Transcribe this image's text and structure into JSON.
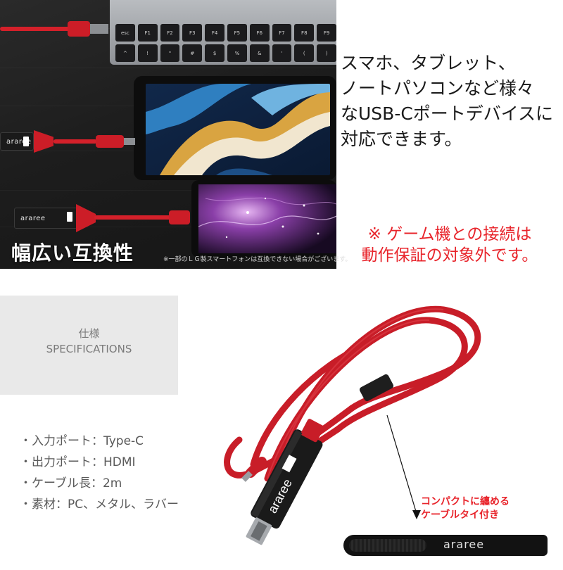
{
  "photo": {
    "heading": "幅広い互換性",
    "note": "※一部のＬＧ製スマートフォンは互換できない場合がございます。",
    "brand": "araree",
    "keys": [
      "esc",
      "F1",
      "F2",
      "F3",
      "F4",
      "F5",
      "F6",
      "F7",
      "F8",
      "F9",
      "^",
      "!",
      "\"",
      "#",
      "$",
      "%",
      "&",
      "'",
      "(",
      ")"
    ]
  },
  "compat": {
    "lines": [
      "スマホ、タブレット、",
      "ノートパソコンなど様々",
      "なUSB-Cポートデバイスに",
      "対応できます。"
    ]
  },
  "warning": {
    "lines": [
      "※ ゲーム機との接続は",
      "動作保証の対象外です。"
    ]
  },
  "specs": {
    "title": "仕様",
    "subtitle": "SPECIFICATIONS",
    "items": [
      "・入力ポート：Type-C",
      "・出力ポート：HDMI",
      "・ケーブル長：2m",
      "・素材：PC、メタル、ラバー"
    ]
  },
  "product": {
    "brand": "araree",
    "callout_lines": [
      "コンパクトに纏める",
      "ケーブルタイ付き"
    ],
    "tie_logo": "araree"
  },
  "colors": {
    "accent_red": "#e8242b",
    "cable_red": "#d4202a"
  }
}
